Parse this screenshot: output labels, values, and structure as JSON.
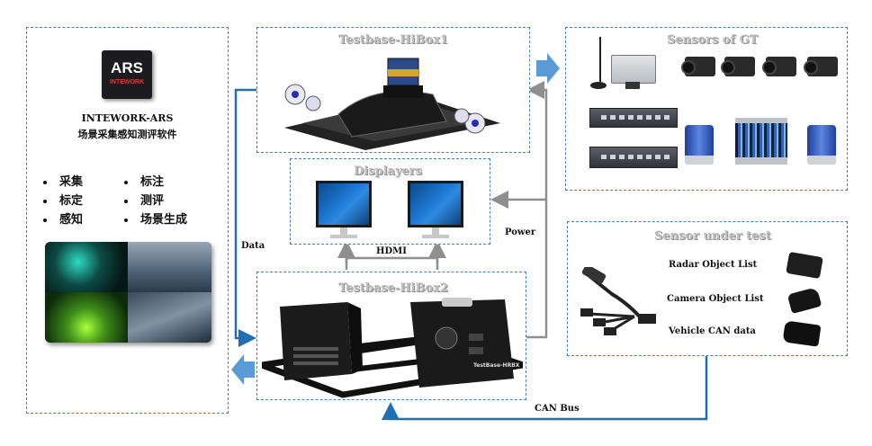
{
  "left_panel": {
    "logo_top": "ARS",
    "logo_bottom": "INTEWORK",
    "product_name": "INTEWORK-ARS",
    "product_subtitle": "场景采集感知测评软件",
    "features_left": [
      "采集",
      "标定",
      "感知"
    ],
    "features_right": [
      "标注",
      "测评",
      "场景生成"
    ]
  },
  "testbase_hibox1": {
    "title": "Testbase-HiBox1"
  },
  "displayers": {
    "title": "Displayers"
  },
  "testbase_hibox2": {
    "title": "Testbase-HiBox2",
    "device_badge": "TestBase-HRBX"
  },
  "sensors_gt": {
    "title": "Sensors of GT"
  },
  "sensor_under_test": {
    "title": "Sensor under test",
    "items": [
      "Radar Object List",
      "Camera Object List",
      "Vehicle CAN data"
    ]
  },
  "connections": {
    "data": "Data",
    "hdmi": "HDMI",
    "power": "Power",
    "can_bus": "CAN Bus"
  },
  "colors": {
    "panel_border": "#4a7fb5",
    "blue_line": "#1f6fb2",
    "gray_line": "#8f8f8f",
    "arrow_fill": "#5b9bd5"
  }
}
